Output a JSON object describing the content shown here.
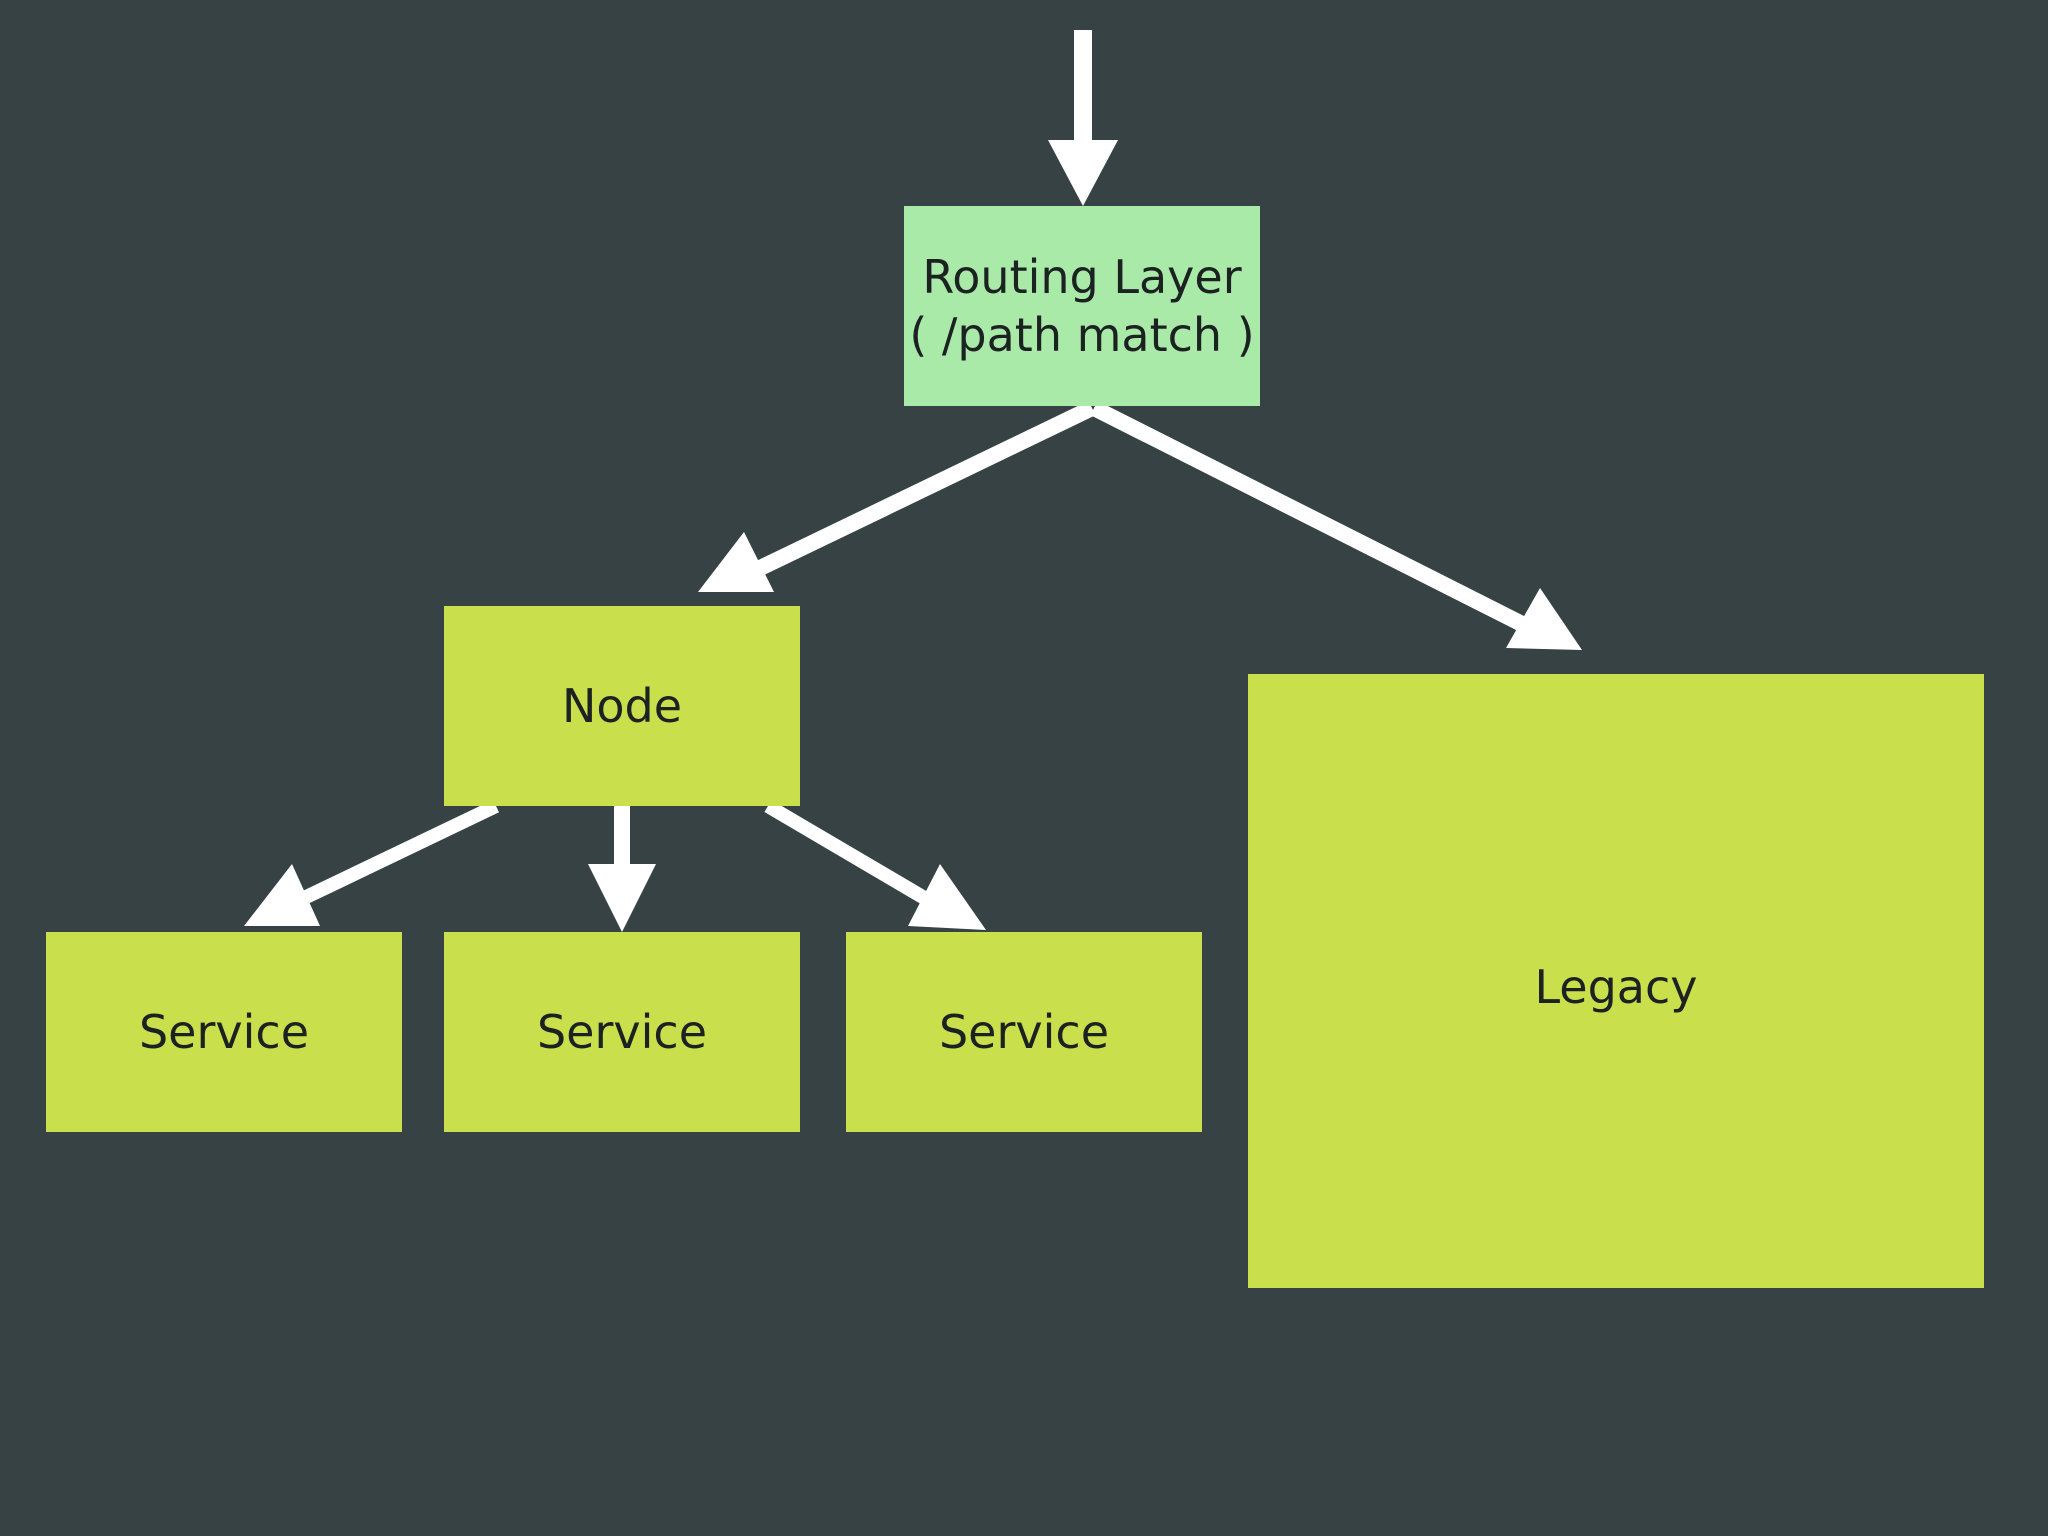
{
  "colors": {
    "background": "#364243",
    "routing_box": "#a9eaa8",
    "node_box": "#c9df4c",
    "arrow": "#ffffff",
    "text": "#1c2222"
  },
  "routing_layer": {
    "line1": "Routing Layer",
    "line2": "( /path match )"
  },
  "node": {
    "label": "Node"
  },
  "services": [
    {
      "label": "Service"
    },
    {
      "label": "Service"
    },
    {
      "label": "Service"
    }
  ],
  "legacy": {
    "label": "Legacy"
  }
}
